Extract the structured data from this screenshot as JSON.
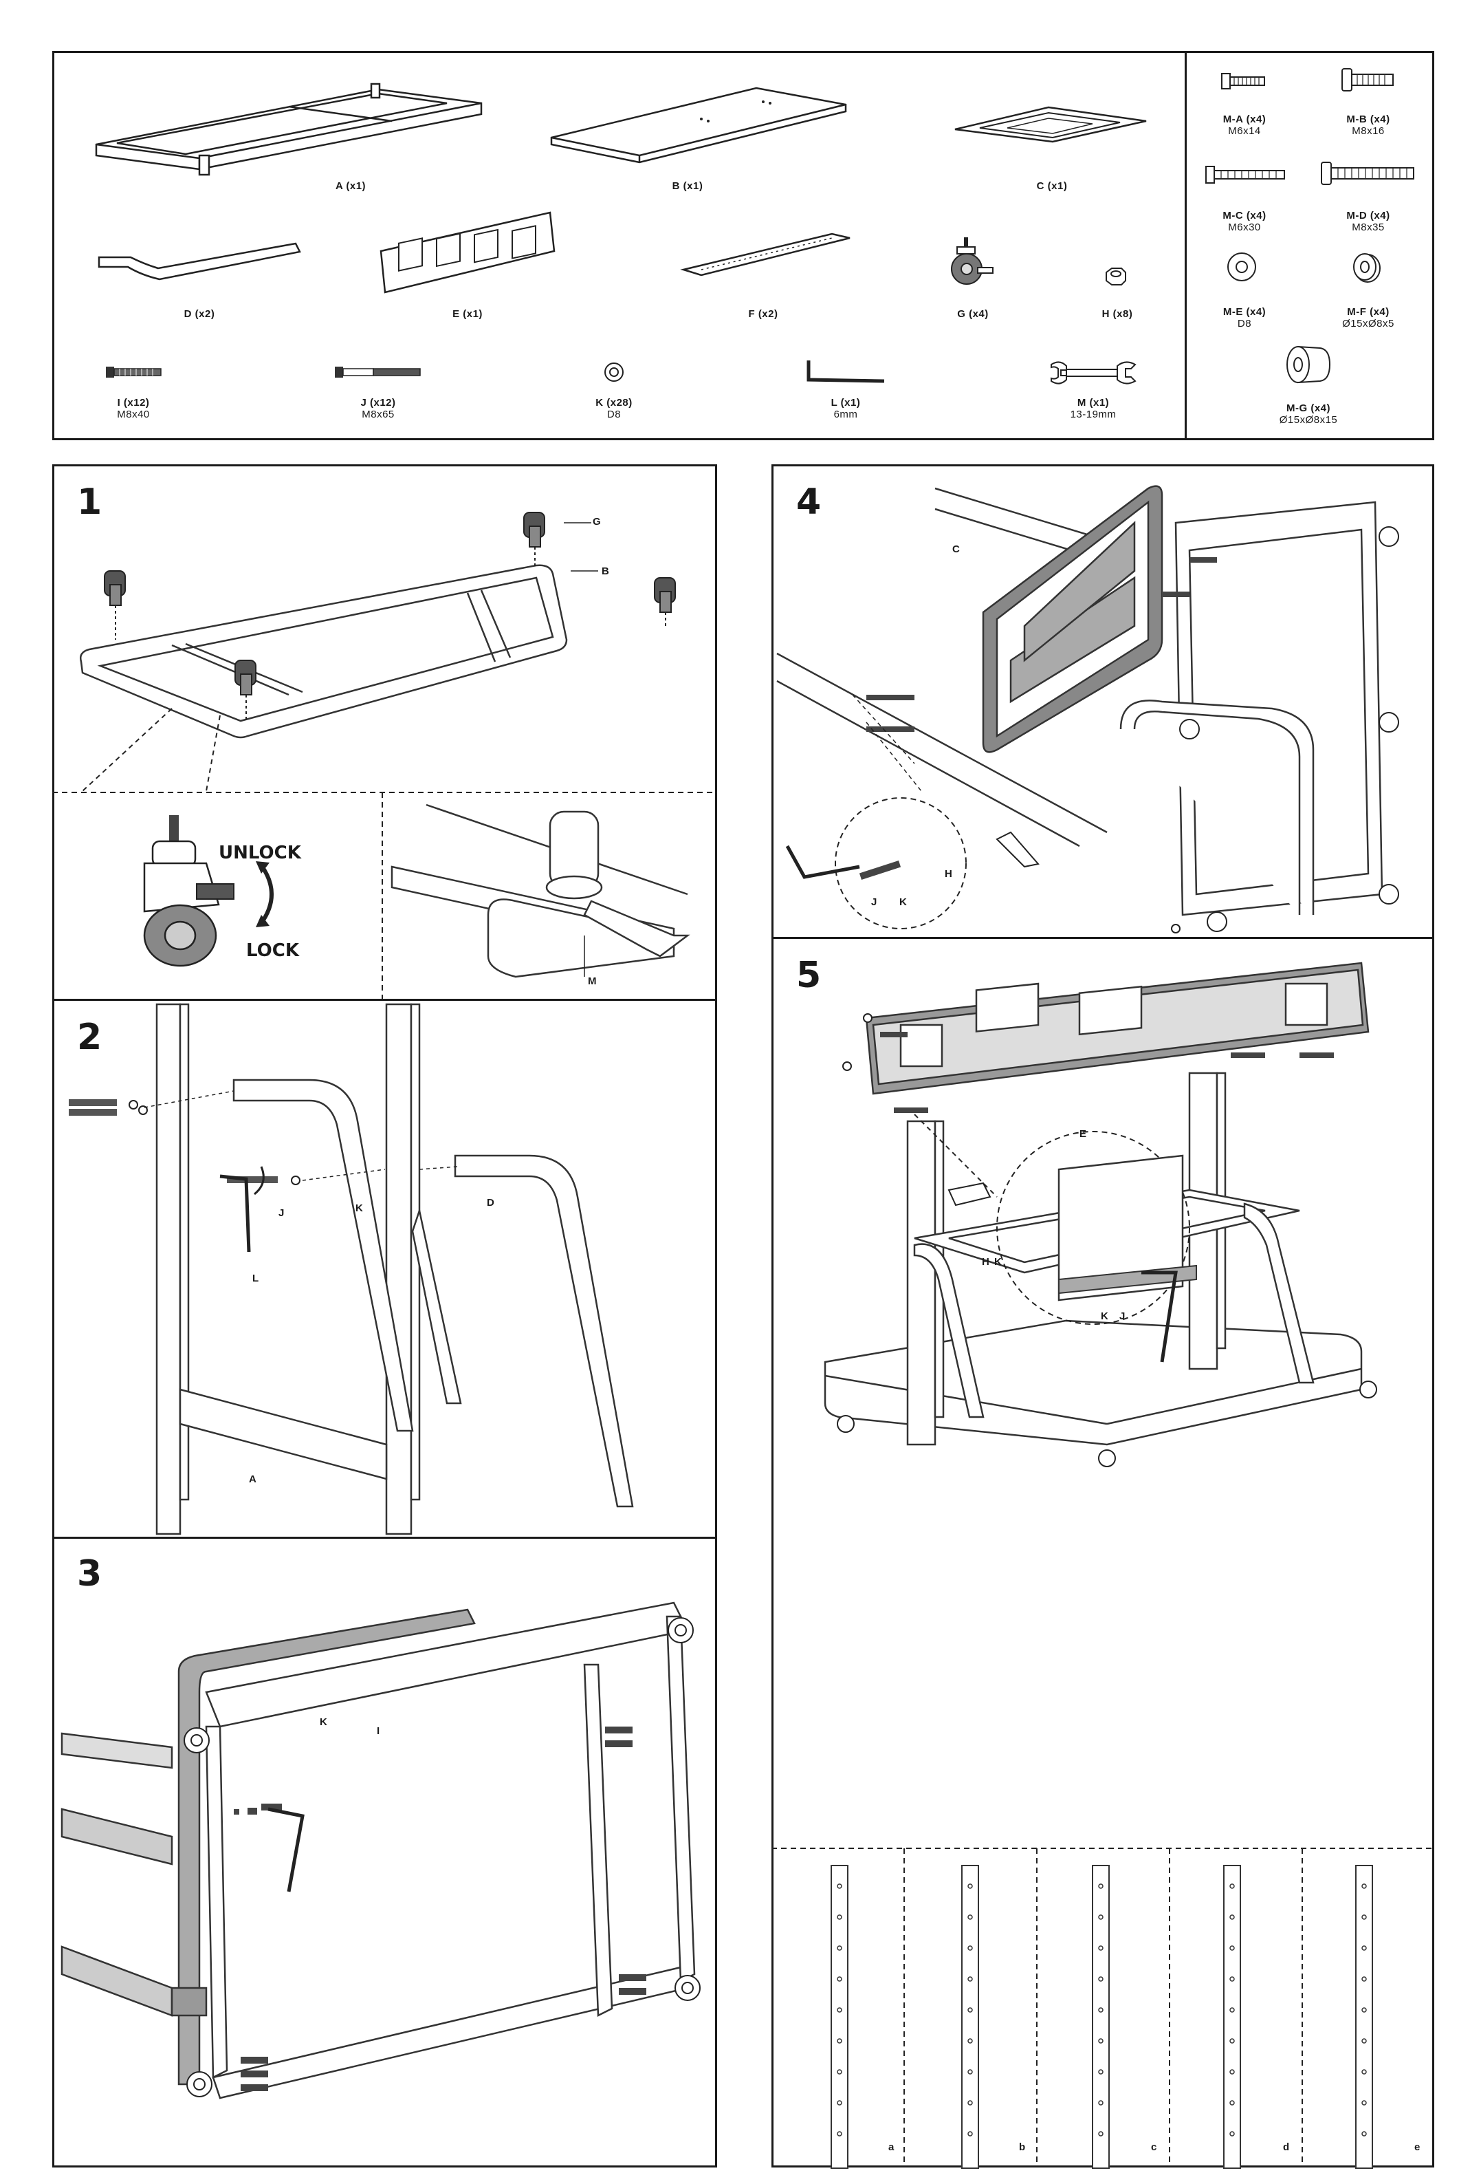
{
  "parts": {
    "A": {
      "label": "A (x1)"
    },
    "B": {
      "label": "B (x1)"
    },
    "C": {
      "label": "C (x1)"
    },
    "D": {
      "label": "D (x2)"
    },
    "E": {
      "label": "E (x1)"
    },
    "F": {
      "label": "F (x2)"
    },
    "G": {
      "label": "G (x4)"
    },
    "H": {
      "label": "H (x8)"
    },
    "I": {
      "label": "I (x12)",
      "spec": "M8x40"
    },
    "J": {
      "label": "J (x12)",
      "spec": "M8x65"
    },
    "K": {
      "label": "K (x28)",
      "spec": "D8"
    },
    "L": {
      "label": "L (x1)",
      "spec": "6mm"
    },
    "M": {
      "label": "M (x1)",
      "spec": "13-19mm"
    }
  },
  "hardware": {
    "MA": {
      "label": "M-A (x4)",
      "spec": "M6x14"
    },
    "MB": {
      "label": "M-B (x4)",
      "spec": "M8x16"
    },
    "MC": {
      "label": "M-C (x4)",
      "spec": "M6x30"
    },
    "MD": {
      "label": "M-D (x4)",
      "spec": "M8x35"
    },
    "ME": {
      "label": "M-E (x4)",
      "spec": "D8"
    },
    "MF": {
      "label": "M-F (x4)",
      "spec": "Ø15xØ8x5"
    },
    "MG": {
      "label": "M-G (x4)",
      "spec": "Ø15xØ8x15"
    }
  },
  "steps": {
    "s1": {
      "num": "1",
      "unlock": "UNLOCK",
      "lock": "LOCK",
      "c_g": "G",
      "c_b": "B",
      "c_m": "M"
    },
    "s2": {
      "num": "2",
      "c_j": "J",
      "c_k": "K",
      "c_d": "D",
      "c_l": "L",
      "c_a": "A"
    },
    "s3": {
      "num": "3",
      "c_k": "K",
      "c_i": "I"
    },
    "s4": {
      "num": "4",
      "c_c": "C",
      "c_j": "J",
      "c_k": "K",
      "c_h": "H"
    },
    "s5": {
      "num": "5",
      "c_e": "E",
      "c_h": "H",
      "c_k": "K",
      "c_k2": "K",
      "c_j": "J"
    }
  },
  "height_options": [
    "a",
    "b",
    "c",
    "d",
    "e"
  ]
}
